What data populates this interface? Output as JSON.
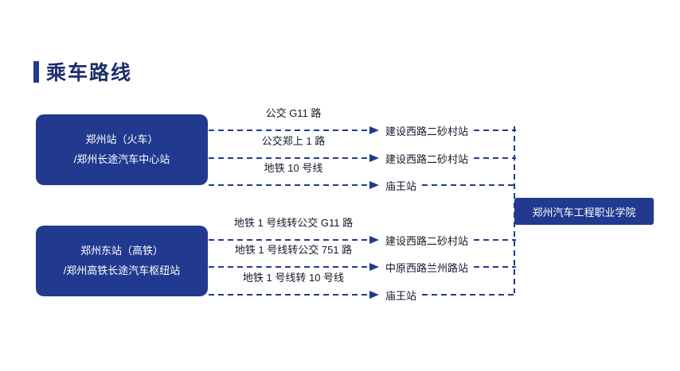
{
  "title": "乘车路线",
  "destination": "郑州汽车工程职业学院",
  "origins": [
    {
      "line1": "郑州站（火车）",
      "line2": "/郑州长途汽车中心站"
    },
    {
      "line1": "郑州东站（高铁）",
      "line2": "/郑州高铁长途汽车枢纽站"
    }
  ],
  "routes": [
    {
      "label": "公交 G11 路",
      "station": "建设西路二砂村站"
    },
    {
      "label": "公交郑上 1 路",
      "station": "建设西路二砂村站"
    },
    {
      "label": "地铁 10 号线",
      "station": "庙王站"
    },
    {
      "label": "地铁 1 号线转公交 G11 路",
      "station": "建设西路二砂村站"
    },
    {
      "label": "地铁 1 号线转公交 751 路",
      "station": "中原西路兰州路站"
    },
    {
      "label": "地铁 1 号线转 10 号线",
      "station": "庙王站"
    }
  ],
  "colors": {
    "primary": "#213a8f",
    "title_text": "#1d2d6b",
    "box_text": "#ffffff"
  }
}
